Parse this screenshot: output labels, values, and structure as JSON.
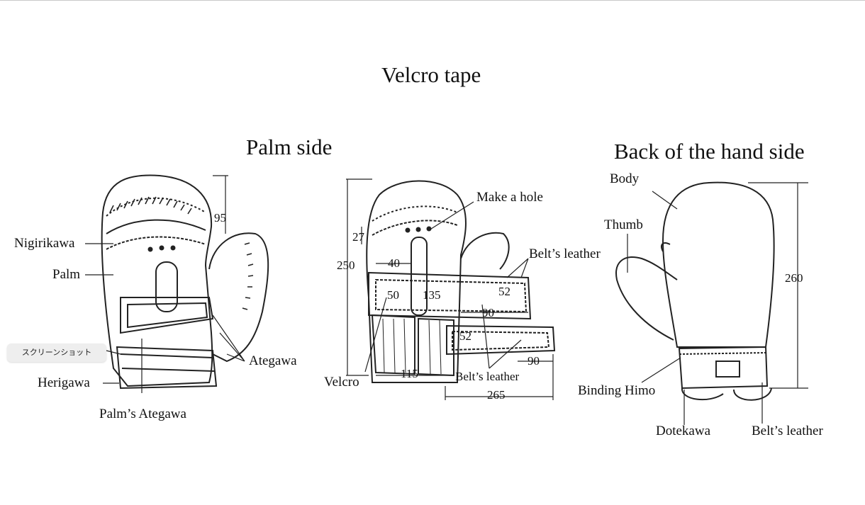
{
  "titles": {
    "main": "Velcro tape",
    "palm_side": "Palm side",
    "back_side": "Back of the hand side"
  },
  "labels": {
    "nigirikawa": "Nigirikawa",
    "palm": "Palm",
    "herigawa": "Herigawa",
    "palms_ategawa": "Palm’s Ategawa",
    "ategawa": "Ategawa",
    "make_a_hole": "Make a hole",
    "belts_leather_top": "Belt’s leather",
    "velcro": "Velcro",
    "belts_leather_bottom": "Belt’s leather",
    "body": "Body",
    "thumb": "Thumb",
    "binding_himo": "Binding Himo",
    "dotekawa": "Dotekawa",
    "belts_leather_back": "Belt’s leather"
  },
  "dimensions": {
    "d95": "95",
    "d27": "27",
    "d250": "250",
    "d40": "40",
    "d50": "50",
    "d135": "135",
    "d52_top": "52",
    "d90_mid": "90",
    "d52_bottom": "52",
    "d115": "115",
    "d90_right": "90",
    "d265": "265",
    "d260": "260"
  },
  "tooltip": "スクリーンショット"
}
